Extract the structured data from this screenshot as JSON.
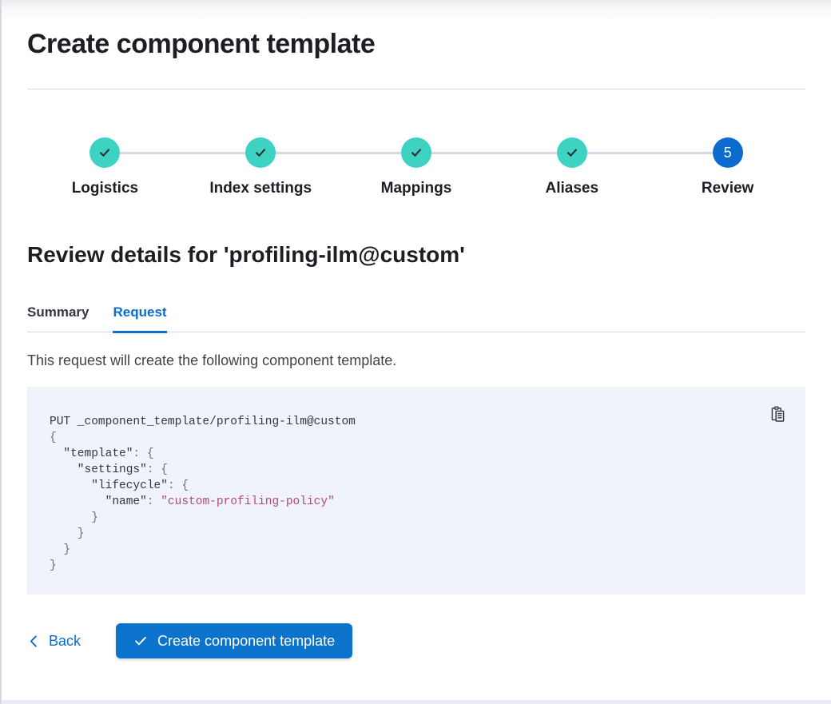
{
  "page": {
    "title": "Create component template"
  },
  "stepper": {
    "steps": [
      {
        "label": "Logistics",
        "status": "complete"
      },
      {
        "label": "Index settings",
        "status": "complete"
      },
      {
        "label": "Mappings",
        "status": "complete"
      },
      {
        "label": "Aliases",
        "status": "complete"
      },
      {
        "label": "Review",
        "status": "current",
        "number": "5"
      }
    ]
  },
  "review": {
    "heading": "Review details for 'profiling-ilm@custom'",
    "tabs": [
      {
        "label": "Summary",
        "active": false
      },
      {
        "label": "Request",
        "active": true
      }
    ],
    "description": "This request will create the following component template."
  },
  "code_block": {
    "copy_icon": "copy-clipboard-icon",
    "lines": [
      [
        {
          "t": "plain",
          "v": "PUT _component_template/profiling-ilm@custom"
        }
      ],
      [
        {
          "t": "punc",
          "v": "{"
        }
      ],
      [
        {
          "t": "key",
          "v": "  \"template\""
        },
        {
          "t": "punc",
          "v": ": {"
        }
      ],
      [
        {
          "t": "key",
          "v": "    \"settings\""
        },
        {
          "t": "punc",
          "v": ": {"
        }
      ],
      [
        {
          "t": "key",
          "v": "      \"lifecycle\""
        },
        {
          "t": "punc",
          "v": ": {"
        }
      ],
      [
        {
          "t": "key",
          "v": "        \"name\""
        },
        {
          "t": "punc",
          "v": ": "
        },
        {
          "t": "str",
          "v": "\"custom-profiling-policy\""
        }
      ],
      [
        {
          "t": "punc",
          "v": "      }"
        }
      ],
      [
        {
          "t": "punc",
          "v": "    }"
        }
      ],
      [
        {
          "t": "punc",
          "v": "  }"
        }
      ],
      [
        {
          "t": "punc",
          "v": "}"
        }
      ]
    ]
  },
  "footer": {
    "back_label": "Back",
    "submit_label": "Create component template"
  },
  "colors": {
    "step_complete_teal": "#3ED2C3",
    "step_current_blue": "#0C6CCE",
    "primary_button_blue": "#0C73CC",
    "code_string_pink": "#AD4C78",
    "code_background": "#F0F3FA"
  }
}
